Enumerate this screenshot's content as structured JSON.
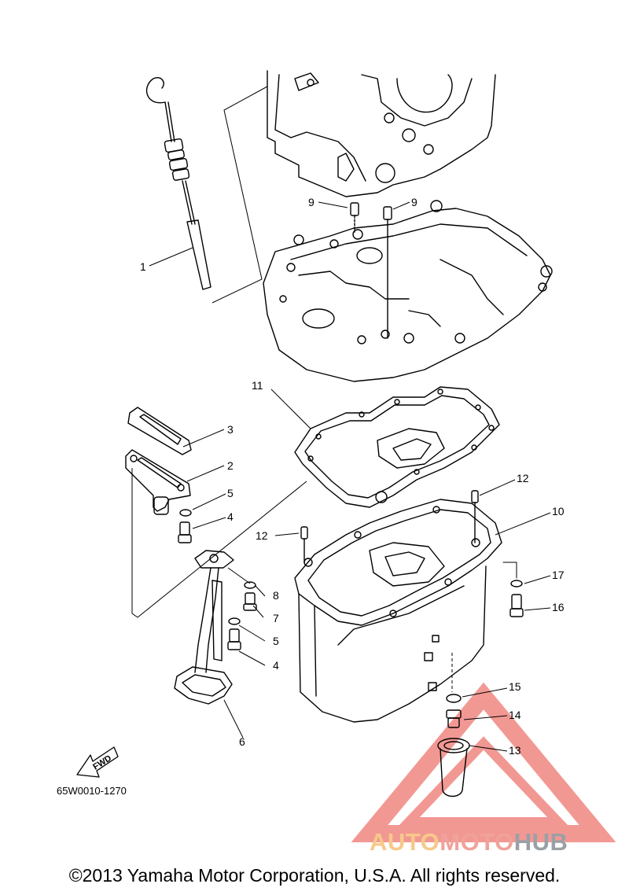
{
  "callouts": {
    "c1": "1",
    "c2": "2",
    "c3": "3",
    "c4a": "4",
    "c4b": "4",
    "c5a": "5",
    "c5b": "5",
    "c6": "6",
    "c7": "7",
    "c8": "8",
    "c9a": "9",
    "c9b": "9",
    "c10": "10",
    "c11": "11",
    "c12a": "12",
    "c12b": "12",
    "c13": "13",
    "c14": "14",
    "c15": "15",
    "c16": "16",
    "c17": "17"
  },
  "fwd_label": "FWD",
  "diagram_code": "65W0010-1270",
  "copyright": "©2013 Yamaha Motor Corporation, U.S.A. All rights reserved.",
  "watermark": {
    "part1": "AUTO",
    "part2": "MOTO",
    "part3": "HUB"
  },
  "colors": {
    "ink": "#000000",
    "watermark_red": "#e8453c",
    "watermark_orange": "#f7c98a",
    "watermark_grey": "#9aa0a6"
  }
}
